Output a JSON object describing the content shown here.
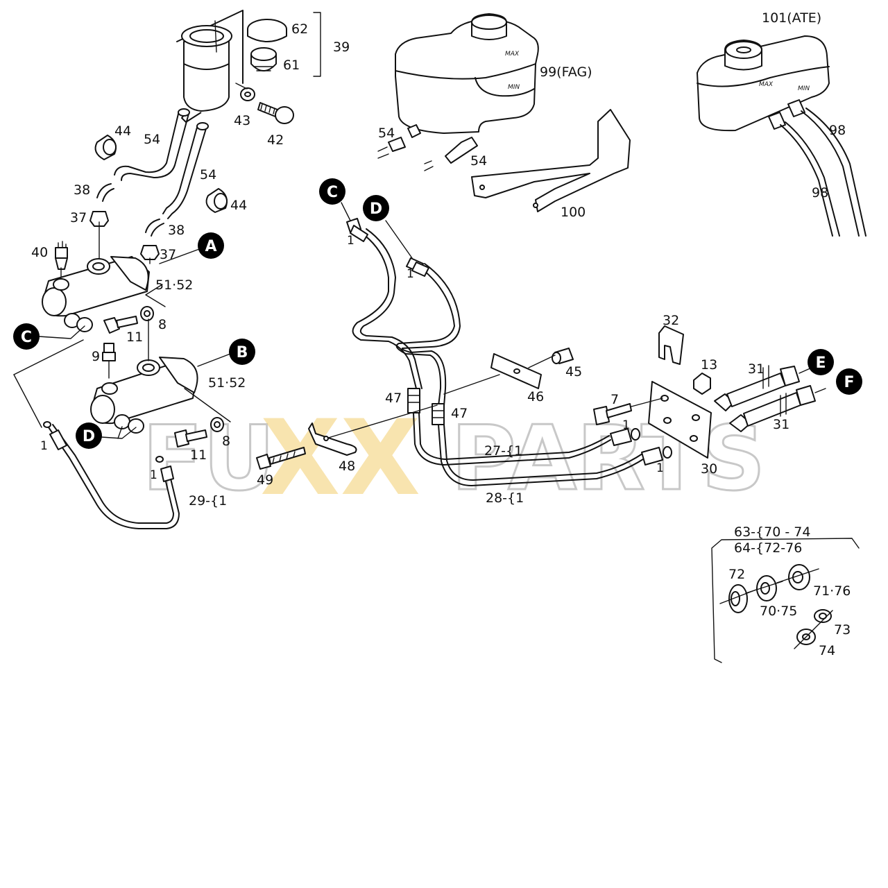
{
  "watermark": {
    "left": "FU",
    "xx": "XX",
    "right": "PARTS"
  },
  "circles": {
    "a": "A",
    "b": "B",
    "c": "C",
    "d": "D",
    "e": "E",
    "f": "F"
  },
  "labels": {
    "l62": "62",
    "l61": "61",
    "l39": "39",
    "l43": "43",
    "l42": "42",
    "l44": "44",
    "l54": "54",
    "l38": "38",
    "l37": "37",
    "l40": "40",
    "l5152": "51·52",
    "l8": "8",
    "l11": "11",
    "l9": "9",
    "l1": "1",
    "l29": "29-{1",
    "l27": "27-{1",
    "l28": "28-{1",
    "l47": "47",
    "l46": "46",
    "l45": "45",
    "l48": "48",
    "l49": "49",
    "l32": "32",
    "l13": "13",
    "l31": "31",
    "l7": "7",
    "l30": "30",
    "l99": "99(FAG)",
    "l100": "100",
    "l101": "101(ATE)",
    "l98": "98",
    "l63": "63-{70 - 74",
    "l64": "64-{72-76",
    "l72": "72",
    "l7176": "71·76",
    "l7075": "70·75",
    "l73": "73",
    "l74": "74",
    "max": "MAX",
    "min": "MIN"
  }
}
